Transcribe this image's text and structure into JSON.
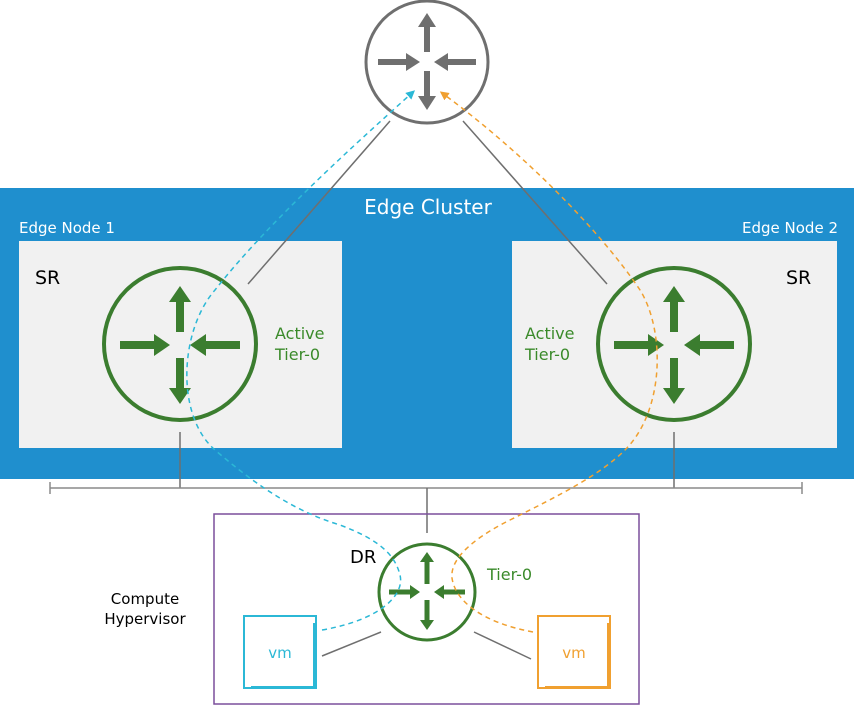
{
  "edge_cluster": {
    "title": "Edge Cluster"
  },
  "edge_node_1": {
    "label": "Edge Node 1",
    "sr_label": "SR",
    "status_line1": "Active",
    "status_line2": "Tier-0"
  },
  "edge_node_2": {
    "label": "Edge Node 2",
    "sr_label": "SR",
    "status_line1": "Active",
    "status_line2": "Tier-0"
  },
  "hypervisor": {
    "label_line1": "Compute",
    "label_line2": "Hypervisor",
    "dr_label": "DR",
    "tier_label": "Tier-0"
  },
  "vm_left": {
    "label": "vm"
  },
  "vm_right": {
    "label": "vm"
  },
  "colors": {
    "cluster_blue": "#1f8fce",
    "node_bg": "#f1f1f1",
    "router_green": "#3b7d2f",
    "label_green": "#3a8a2a",
    "router_gray": "#6f6f6f",
    "hypervisor_purple": "#7b4f9c",
    "cyan_path": "#2bb8d6",
    "orange_path": "#f0a030"
  },
  "icons": {
    "top_router": "router-icon",
    "sr_router": "router-icon",
    "dr_router": "router-icon"
  }
}
